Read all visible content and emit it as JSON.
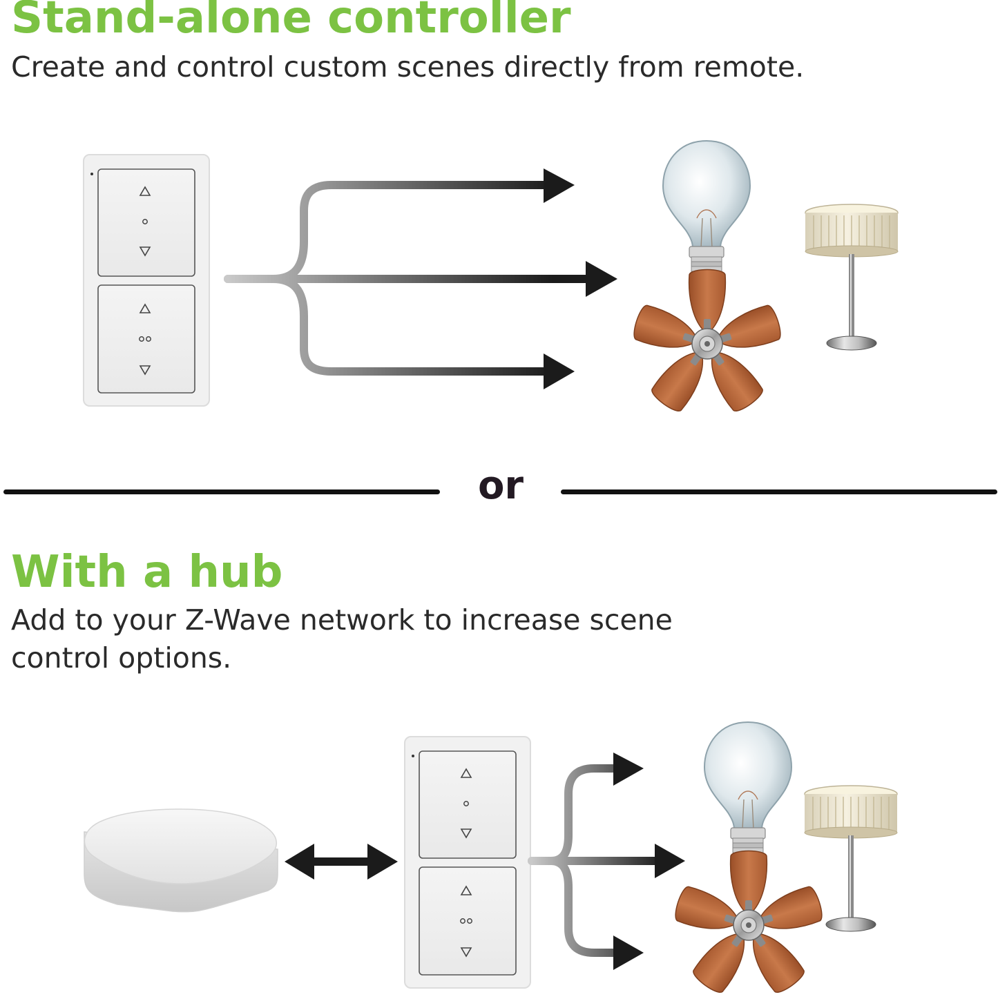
{
  "colors": {
    "accent_green": "#7cc243",
    "text_dark": "#2a2a2a",
    "divider": "#111111",
    "arrow_dark": "#1b1b1b",
    "fan_blade": "#b8683a"
  },
  "section_standalone": {
    "title": "Stand-alone controller",
    "subtitle": "Create and control custom scenes directly from remote."
  },
  "divider": {
    "label": "or"
  },
  "section_hub": {
    "title": "With a hub",
    "subtitle_line1": "Add to your Z-Wave network to increase scene",
    "subtitle_line2": "control options."
  },
  "icons": [
    "remote-icon",
    "hub-icon",
    "light-bulb-icon",
    "table-lamp-icon",
    "ceiling-fan-icon",
    "arrow-icon",
    "double-arrow-icon"
  ]
}
